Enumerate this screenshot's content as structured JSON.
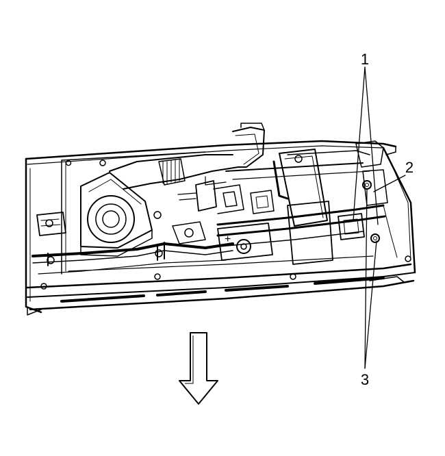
{
  "callouts": {
    "one": "1",
    "two": "2",
    "three": "3"
  },
  "colors": {
    "ink": "#000000",
    "background": "#ffffff"
  },
  "icons": {
    "direction": "down-arrow-icon"
  }
}
